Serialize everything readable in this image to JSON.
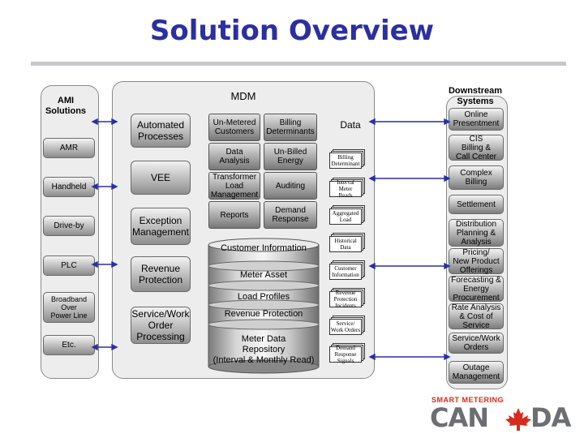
{
  "title": "Solution Overview",
  "ami": {
    "header": "AMI\nSolutions",
    "items": [
      "AMR",
      "Handheld",
      "Drive-by",
      "PLC",
      "Broadband\nOver\nPower Line",
      "Etc."
    ]
  },
  "mdm": {
    "header": "MDM",
    "functions": [
      "Automated\nProcesses",
      "VEE",
      "Exception\nManagement",
      "Revenue\nProtection",
      "Service/Work\nOrder\nProcessing"
    ],
    "grid": [
      "Un-Metered\nCustomers",
      "Billing\nDeterminants",
      "Data\nAnalysis",
      "Un-Billed\nEnergy",
      "Transformer\nLoad\nManagement",
      "Auditing",
      "Reports",
      "Demand\nResponse"
    ],
    "database": {
      "top_label": "Customer Information",
      "layers": [
        "Meter Asset",
        "Load Profiles",
        "Revenue Protection",
        "Meter Data\nRepository\n(Interval & Monthly Read)"
      ]
    },
    "data_header": "Data",
    "data_docs": [
      "Billing\nDeterminant",
      "Interval Meter\nReads",
      "Aggregated\nLoad",
      "Historical\nData",
      "Customer\nInformation",
      "Revenue\nProtection\nIncidents",
      "Service/\nWork Orders",
      "Demand\nResponse\nSignals"
    ]
  },
  "downstream": {
    "header": "Downstream\nSystems",
    "items": [
      "Online\nPresentment",
      "CIS\nBilling &\nCall Center",
      "Complex\nBilling",
      "Settlement",
      "Distribution\nPlanning &\nAnalysis",
      "Pricing/\nNew Product\nOfferings",
      "Forecasting &\nEnergy\nProcurement",
      "Rate Analysis\n& Cost of\nService",
      "Service/Work\nOrders",
      "Outage\nManagement"
    ]
  },
  "logo": {
    "tagline": "SMART METERING",
    "word_left": "CAN",
    "word_right": "DA",
    "colors": {
      "red": "#d52b1e",
      "gray": "#6d6e71"
    }
  },
  "colors": {
    "title": "#2b2fa0",
    "panel": "#ededed",
    "connector": "#2b2fa0"
  }
}
